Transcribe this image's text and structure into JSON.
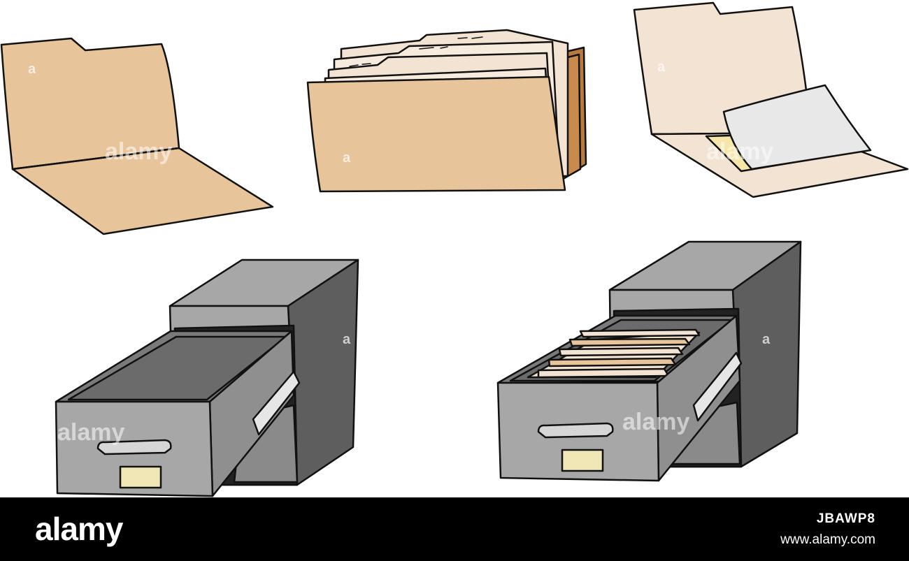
{
  "watermark": {
    "brand": "alamy",
    "mark": "a"
  },
  "footer": {
    "logo": "alamy",
    "image_id": "JBAWP8",
    "site": "www.alamy.com"
  },
  "colors": {
    "folder": "#E8C49A",
    "folder_light": "#F3E3D2",
    "folder_dark": "#B97A3E",
    "cabinet": "#A7A7A8",
    "cabinet_dark": "#6A6A6B",
    "cabinet_side": "#5E5E5F",
    "paper": "#E8E8E9",
    "outline": "#111111"
  }
}
